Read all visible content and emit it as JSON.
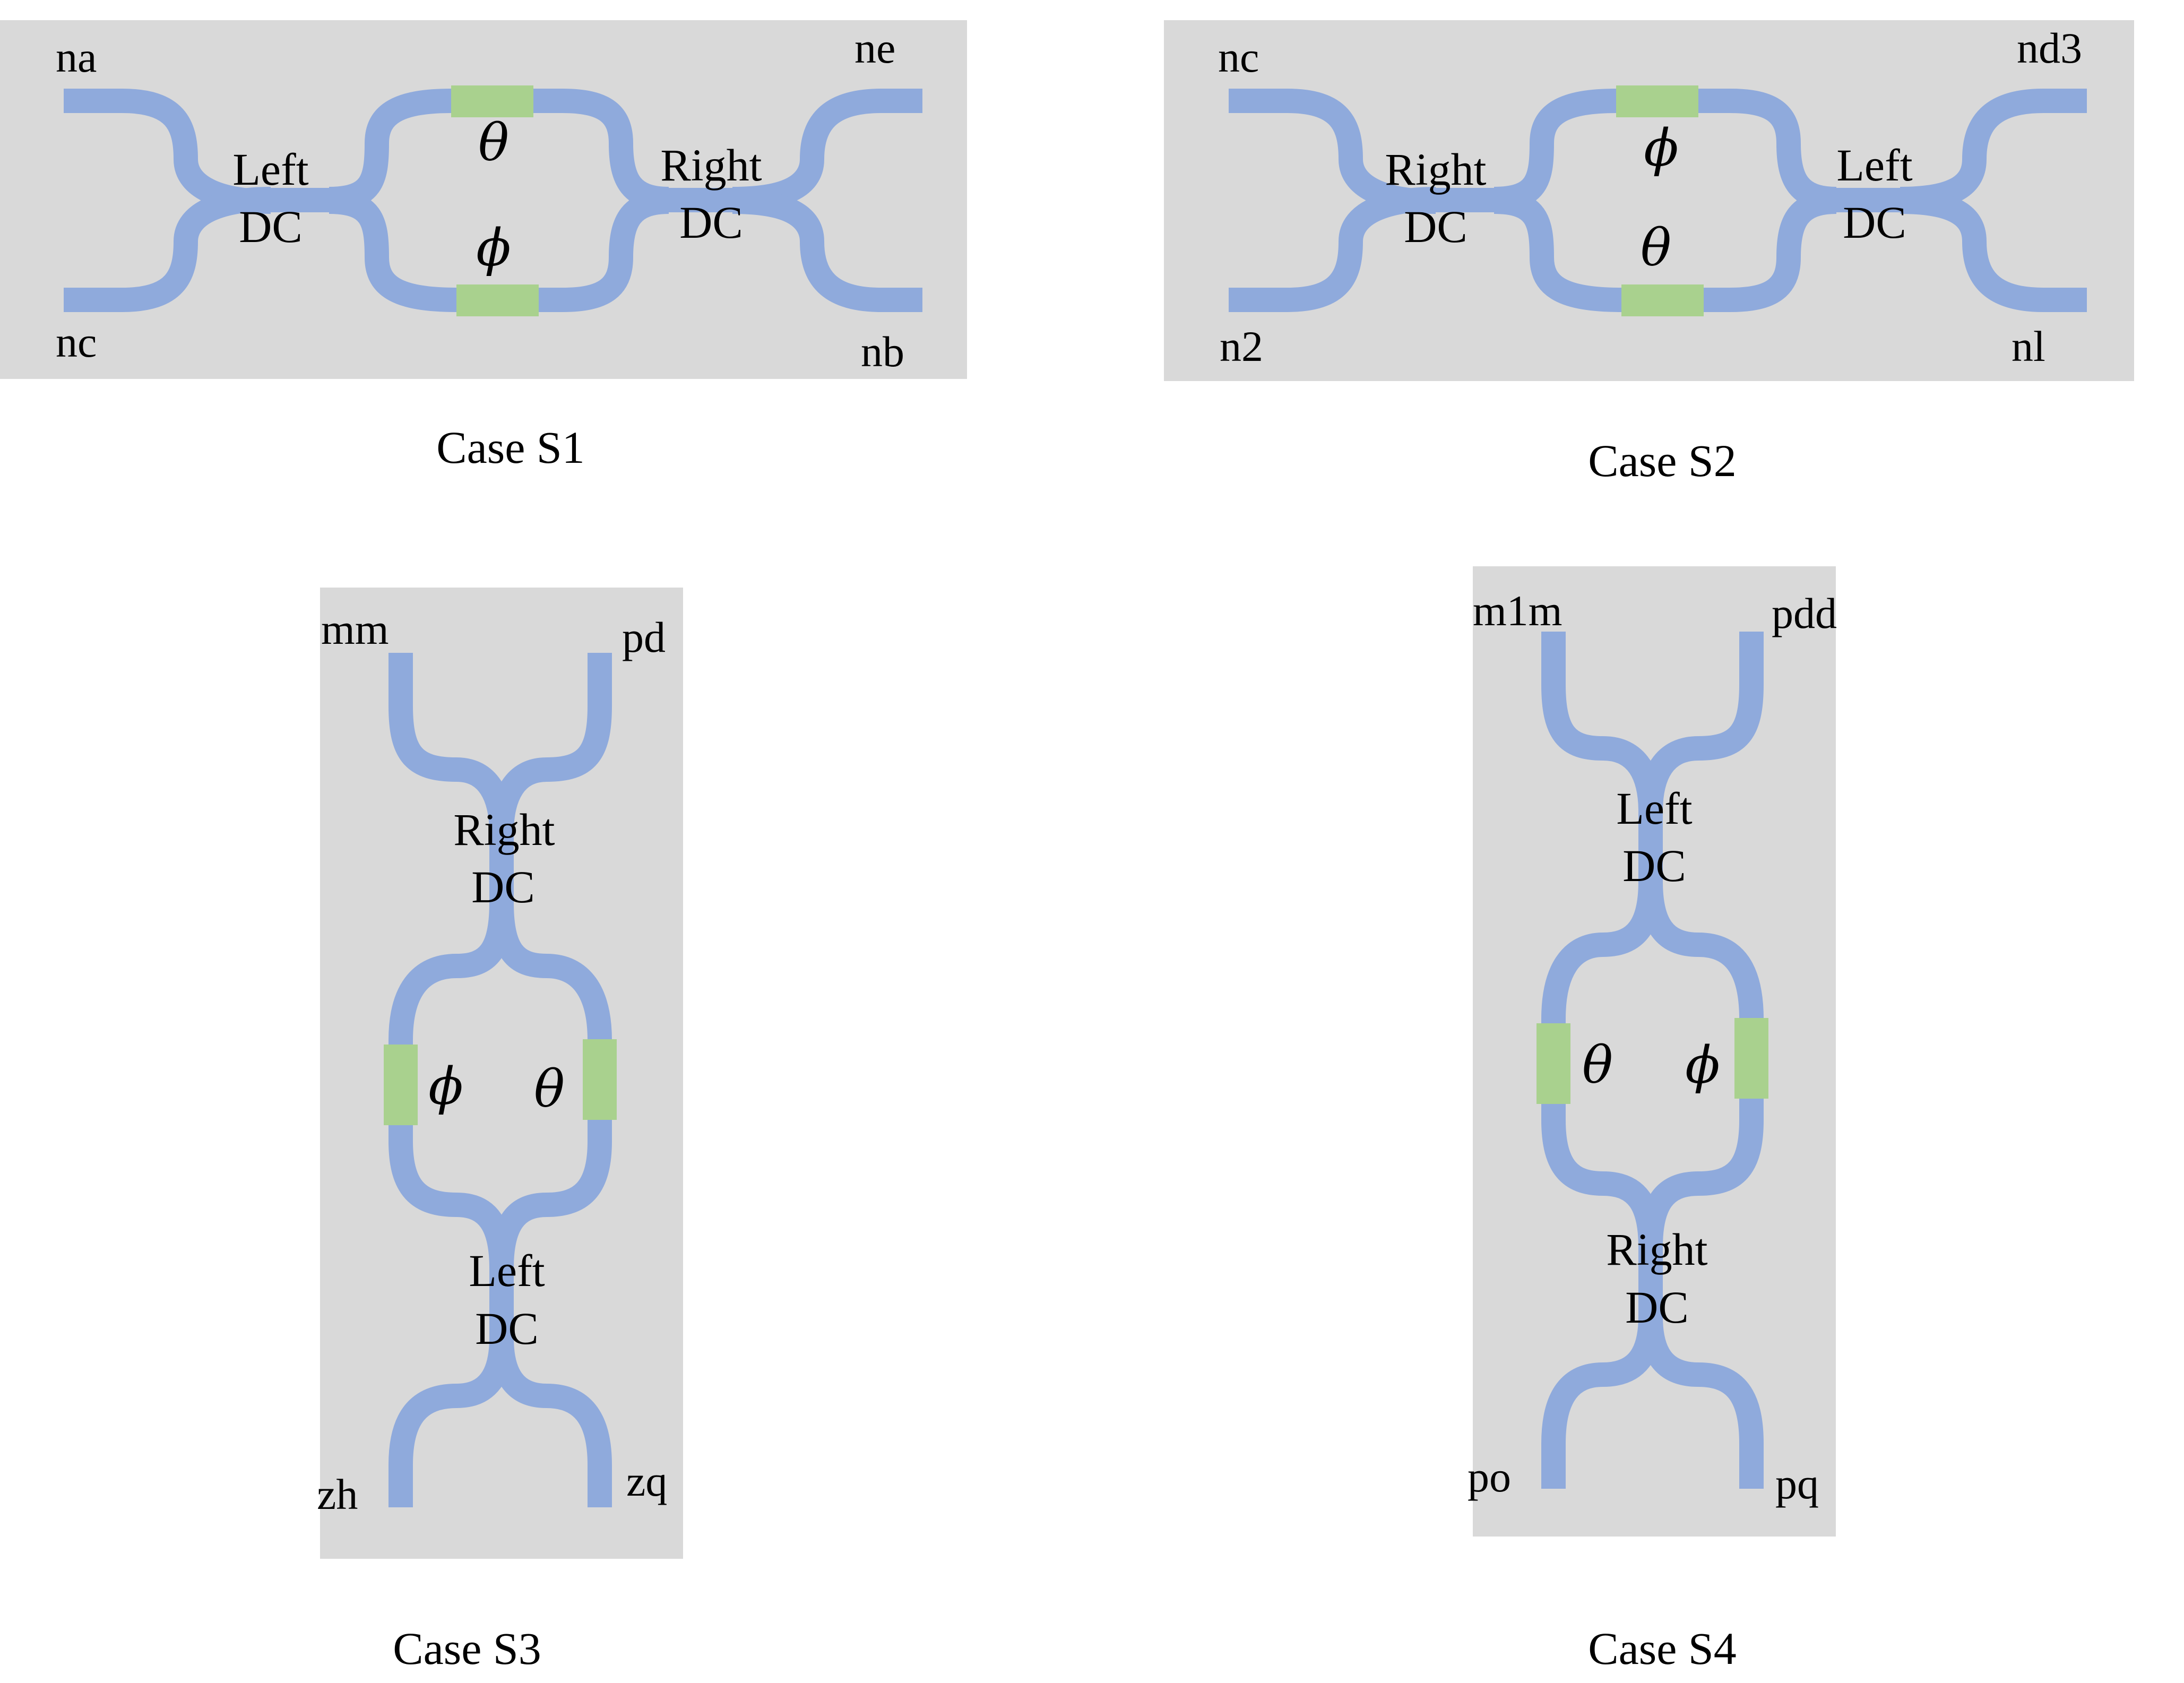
{
  "colors": {
    "panel_background": "#d9d9d9",
    "waveguide": "#8faadc",
    "phase_shifter": "#a9d18e",
    "text": "#000000"
  },
  "cases": {
    "s1": {
      "caption": "Case S1",
      "ports": {
        "top_left": "na",
        "bottom_left": "nc",
        "top_right": "ne",
        "bottom_right": "nb"
      },
      "first_dc": [
        "Left",
        "DC"
      ],
      "second_dc": [
        "Right",
        "DC"
      ],
      "shifter_a": "θ",
      "shifter_b": "ϕ"
    },
    "s2": {
      "caption": "Case S2",
      "ports": {
        "top_left": "nc",
        "bottom_left": "n2",
        "top_right": "nd3",
        "bottom_right": "nl"
      },
      "first_dc": [
        "Right",
        "DC"
      ],
      "second_dc": [
        "Left",
        "DC"
      ],
      "shifter_a": "ϕ",
      "shifter_b": "θ"
    },
    "s3": {
      "caption": "Case S3",
      "ports": {
        "top_left": "mm",
        "top_right": "pd",
        "bottom_left": "zh",
        "bottom_right": "zq"
      },
      "first_dc": [
        "Right",
        "DC"
      ],
      "second_dc": [
        "Left",
        "DC"
      ],
      "shifter_a": "ϕ",
      "shifter_b": "θ"
    },
    "s4": {
      "caption": "Case S4",
      "ports": {
        "top_left": "m1m",
        "top_right": "pdd",
        "bottom_left": "po",
        "bottom_right": "pq"
      },
      "first_dc": [
        "Left",
        "DC"
      ],
      "second_dc": [
        "Right",
        "DC"
      ],
      "shifter_a": "θ",
      "shifter_b": "ϕ"
    }
  }
}
